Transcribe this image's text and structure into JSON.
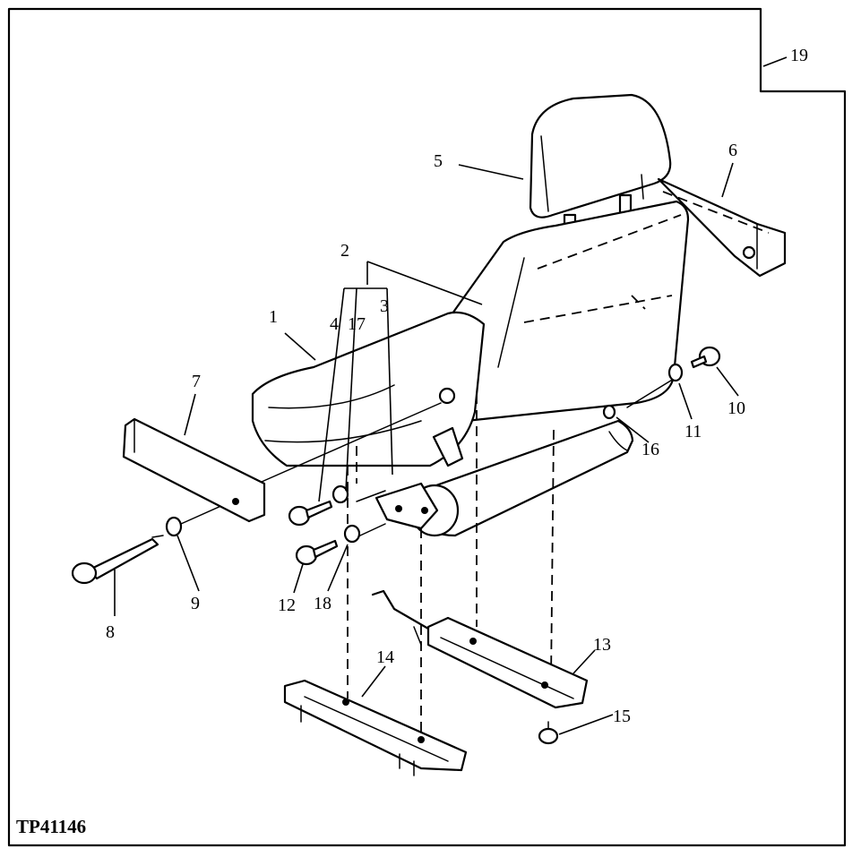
{
  "figure": {
    "id_label": "TP41146",
    "callouts": {
      "c1": "1",
      "c2": "2",
      "c3": "3",
      "c4": "4",
      "c5": "5",
      "c6": "6",
      "c7": "7",
      "c8": "8",
      "c9": "9",
      "c10": "10",
      "c11": "11",
      "c12": "12",
      "c13": "13",
      "c14": "14",
      "c15": "15",
      "c16": "16",
      "c17": "17",
      "c18": "18",
      "c19": "19"
    }
  }
}
